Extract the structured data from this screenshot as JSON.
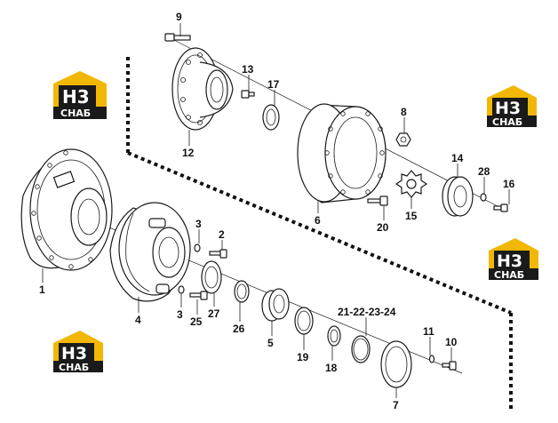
{
  "callouts": [
    {
      "id": "c9",
      "text": "9"
    },
    {
      "id": "c13",
      "text": "13"
    },
    {
      "id": "c17",
      "text": "17"
    },
    {
      "id": "c12",
      "text": "12"
    },
    {
      "id": "c8",
      "text": "8"
    },
    {
      "id": "c6",
      "text": "6"
    },
    {
      "id": "c14",
      "text": "14"
    },
    {
      "id": "c28",
      "text": "28"
    },
    {
      "id": "c16",
      "text": "16"
    },
    {
      "id": "c15",
      "text": "15"
    },
    {
      "id": "c20",
      "text": "20"
    },
    {
      "id": "c1",
      "text": "1"
    },
    {
      "id": "c3a",
      "text": "3"
    },
    {
      "id": "c2",
      "text": "2"
    },
    {
      "id": "c4",
      "text": "4"
    },
    {
      "id": "c3b",
      "text": "3"
    },
    {
      "id": "c25",
      "text": "25"
    },
    {
      "id": "c27",
      "text": "27"
    },
    {
      "id": "c26",
      "text": "26"
    },
    {
      "id": "c5",
      "text": "5"
    },
    {
      "id": "c19",
      "text": "19"
    },
    {
      "id": "c18",
      "text": "18"
    },
    {
      "id": "c212223",
      "text": "21-22-23-24"
    },
    {
      "id": "c11",
      "text": "11"
    },
    {
      "id": "c10",
      "text": "10"
    },
    {
      "id": "c7",
      "text": "7"
    }
  ],
  "logo": {
    "mark": "H3",
    "text": "СНАБ",
    "color_yellow": "#f2b705",
    "color_black": "#1a1a1a"
  }
}
